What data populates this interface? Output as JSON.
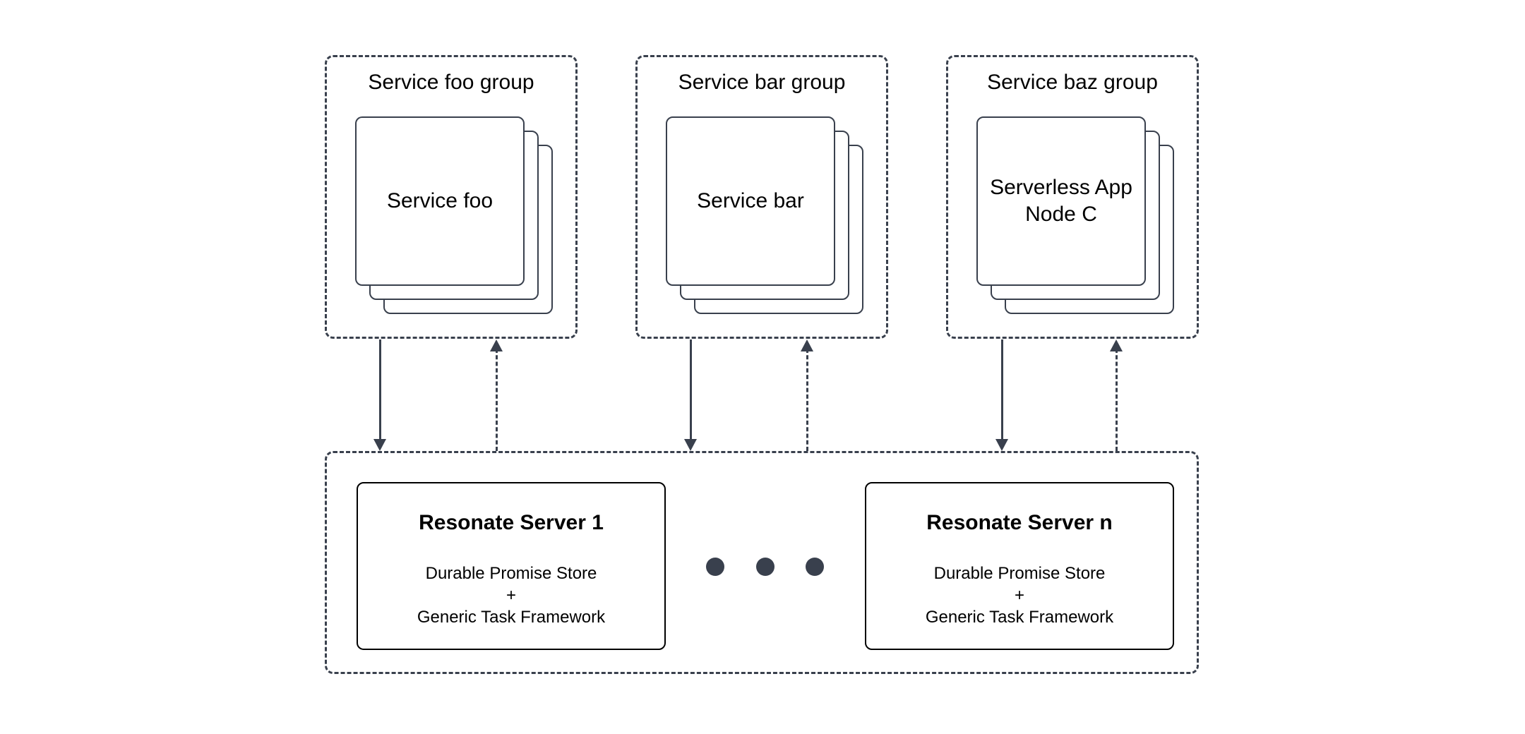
{
  "diagram": {
    "groups": [
      {
        "title": "Service foo group",
        "node_label": "Service foo"
      },
      {
        "title": "Service bar group",
        "node_label": "Service bar"
      },
      {
        "title": "Service baz group",
        "node_label": "Serverless App\nNode C"
      }
    ],
    "cluster": {
      "servers": [
        {
          "title": "Resonate Server 1",
          "lines": [
            "Durable Promise Store",
            "+",
            "Generic Task Framework"
          ]
        },
        {
          "title": "Resonate Server n",
          "lines": [
            "Durable Promise Store",
            "+",
            "Generic Task Framework"
          ]
        }
      ],
      "ellipsis_dots": 3
    },
    "colors": {
      "background": "#ffffff",
      "stroke": "#39404d",
      "server_border": "#000000",
      "text": "#000000"
    }
  }
}
